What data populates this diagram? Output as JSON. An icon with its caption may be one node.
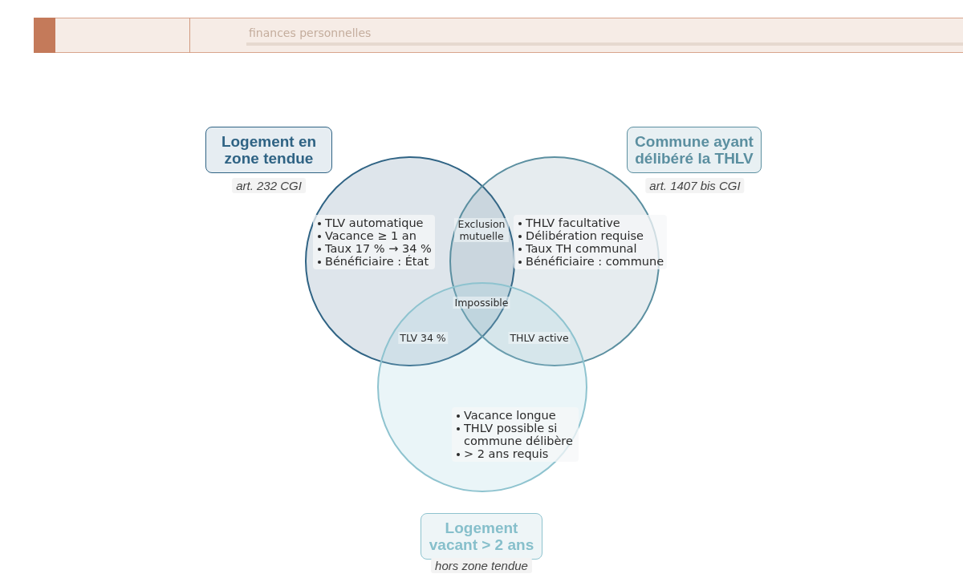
{
  "diagram": {
    "nodes": [
      {
        "text": [
          "Logement en zone tendue"
        ],
        "beside": [
          "art. 232 CGI"
        ]
      },
      {
        "text": [
          "Commune ayant délibéré la THLV"
        ],
        "beside": [
          "art. 1407 bis CGI"
        ]
      },
      {
        "text": [
          "TLV automatique",
          "Vacance ≥ 1 an",
          "Taux 17 % → 34 %",
          "Bénéficiaire : État"
        ]
      },
      {
        "text": [
          "THLV facultative",
          "Délibération requise",
          "Taux TH communal",
          "Bénéficiaire : commune"
        ]
      },
      {
        "text": [
          "Vacance longue",
          "THLV possible si commune délibère",
          "> 2 ans requis"
        ]
      },
      {
        "text": [
          "Logement vacant > 2 ans"
        ],
        "beside": [
          "hors zone tendue"
        ]
      }
    ],
    "edges": [],
    "labels": [
      "finances personnelles",
      "Exclusion mutuelle",
      "Impossible",
      "TLV 34 %",
      "THLV active"
    ]
  }
}
